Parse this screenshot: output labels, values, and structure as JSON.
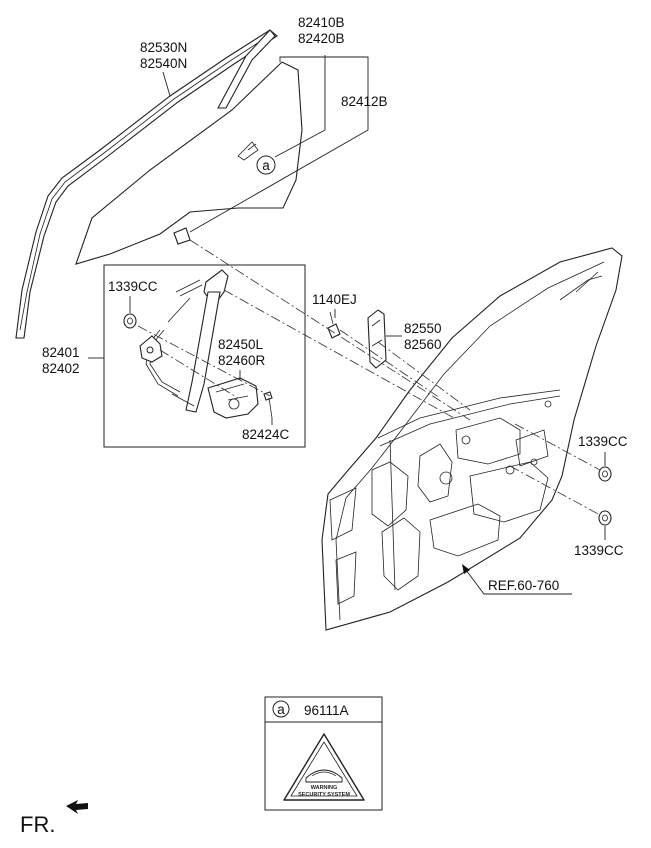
{
  "labels": {
    "glass_run_front": "82530N",
    "glass_run_rear": "82540N",
    "door_glass_front": "82410B",
    "door_glass_rear": "82420B",
    "glass_channel": "82412B",
    "circle_marker": "a",
    "nut_top": "1339CC",
    "regulator_front": "82401",
    "regulator_rear": "82402",
    "motor_left": "82450L",
    "motor_right": "82460R",
    "screw": "82424C",
    "bolt": "1140EJ",
    "hinge_upper": "82550",
    "hinge_lower": "82560",
    "nut_right_1": "1339CC",
    "nut_right_2": "1339CC",
    "reference": "REF.60-760",
    "direction": "FR."
  },
  "legend": {
    "marker": "a",
    "part_number": "96111A",
    "sticker_line1": "WARNING",
    "sticker_line2": "SECURITY SYSTEM"
  }
}
